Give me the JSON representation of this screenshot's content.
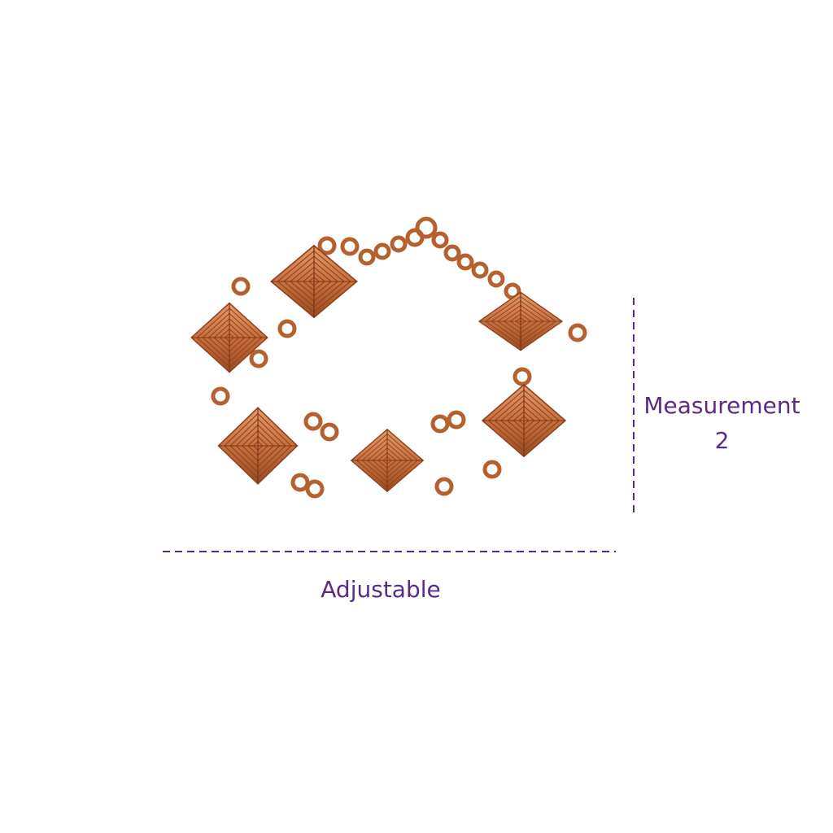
{
  "labels": {
    "width_label": "Adjustable",
    "height_label_line1": "Measurement",
    "height_label_line2": "2"
  },
  "colors": {
    "accent": "#5b2a86",
    "metal": "#c9703f",
    "metal_dark": "#8f4420",
    "background": "#ffffff"
  },
  "icons": {
    "product": "copper-wire-square-link-bracelet"
  }
}
